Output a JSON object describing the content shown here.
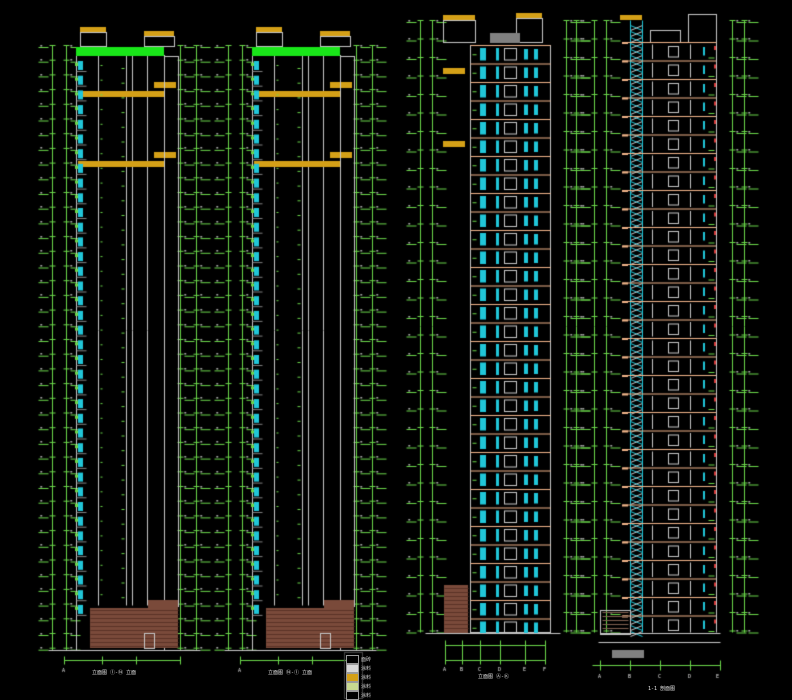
{
  "drawing": {
    "colors": {
      "background": "#000000",
      "dim_green": "#6bd84a",
      "text_white": "#e8e8e8",
      "window_cyan": "#21c6d8",
      "frame_white": "#c8c8c8",
      "roof_green": "#19e619",
      "band_gold": "#d4a017",
      "slab_peach": "#f2b58a",
      "brick_brown": "#7a4a3a",
      "gray": "#808080"
    },
    "views": [
      {
        "id": "elev-a",
        "title": "立面图 ①-⑭ 立面",
        "type": "elevation"
      },
      {
        "id": "elev-b",
        "title": "立面图 ⑭-① 立面",
        "type": "elevation"
      },
      {
        "id": "elev-c",
        "title": "立面图 Ⓐ-Ⓚ",
        "type": "side-elevation"
      },
      {
        "id": "sect-1",
        "title": "1-1 剖面图",
        "type": "section"
      }
    ],
    "legend": [
      {
        "label": "面砖",
        "swatch": "#000000"
      },
      {
        "label": "涂料",
        "swatch": "#d8d8d8"
      },
      {
        "label": "涂料",
        "swatch": "#d4a017"
      },
      {
        "label": "涂料",
        "swatch": "#c8d890"
      },
      {
        "label": "涂料",
        "swatch": "#000000"
      },
      {
        "label": "涂料",
        "swatch": "#000000"
      }
    ]
  }
}
